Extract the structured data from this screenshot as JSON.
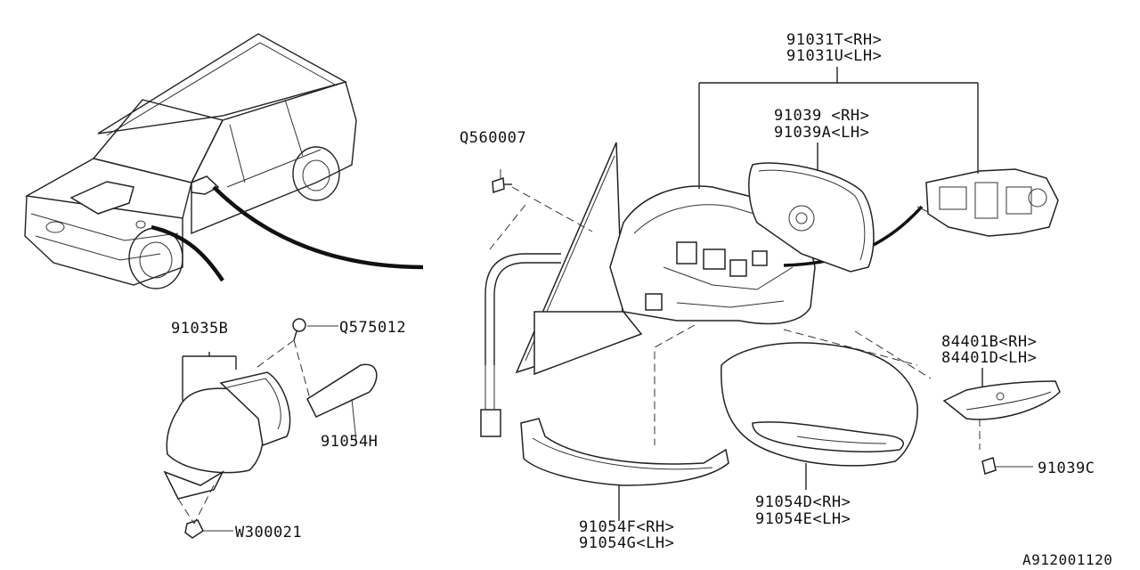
{
  "labels": {
    "p91031t": "91031T<RH>",
    "p91031u": "91031U<LH>",
    "p91039": "91039 <RH>",
    "p91039a": "91039A<LH>",
    "q560007": "Q560007",
    "p91035b": "91035B",
    "q575012": "Q575012",
    "p91054h": "91054H",
    "w300021": "W300021",
    "p84401b": "84401B<RH>",
    "p84401d": "84401D<LH>",
    "p91039c": "91039C",
    "p91054d": "91054D<RH>",
    "p91054e": "91054E<LH>",
    "p91054f": "91054F<RH>",
    "p91054g": "91054G<LH>",
    "diagram_id": "A912001120"
  }
}
